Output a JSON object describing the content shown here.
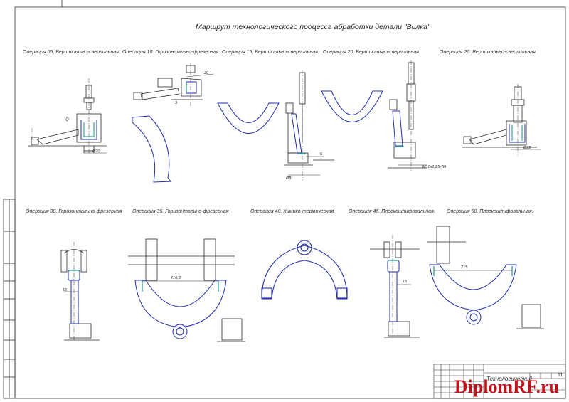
{
  "drawing": {
    "title": "Маршрут технологического процесса абработки детали \"Вилка\"",
    "operations_row1": [
      "Операция 05. Вертикально-сверлильная",
      "Операция 10. Горизонтально-фрезерная",
      "Операция 15. Вертикально-сверлильная",
      "Операция 20. Вертикально-сверлильная",
      "Операция 25. Вертикально-сверлильная"
    ],
    "operations_row2": [
      "Операция 30. Горизонтально-фрезерная",
      "Операция 35. Горизонтально-фрезерная",
      "Операция 40. Химико-термическая.",
      "Операция 45. Плоскошлифовальная.",
      "Операция 50. Плоскошлифовальная."
    ],
    "dimensions": {
      "d1": "Ø20",
      "d2": "20",
      "d3": "3",
      "d4": "Ø8",
      "d5": "5",
      "d6": "M10x1,25-7H",
      "d7": "Ø22",
      "d8": "15",
      "d9": "216,3",
      "d10": "15",
      "d11": "215",
      "d12": "42"
    }
  },
  "title_block": {
    "name": "Технологический",
    "sheet_count": "11"
  },
  "watermark": {
    "text": "DiplomRF.ru",
    "color": "#c0141c"
  },
  "colors": {
    "line": "#2b2b2b",
    "workpiece": "#1f2fb0",
    "machined_surface": "#3aa6a0"
  }
}
